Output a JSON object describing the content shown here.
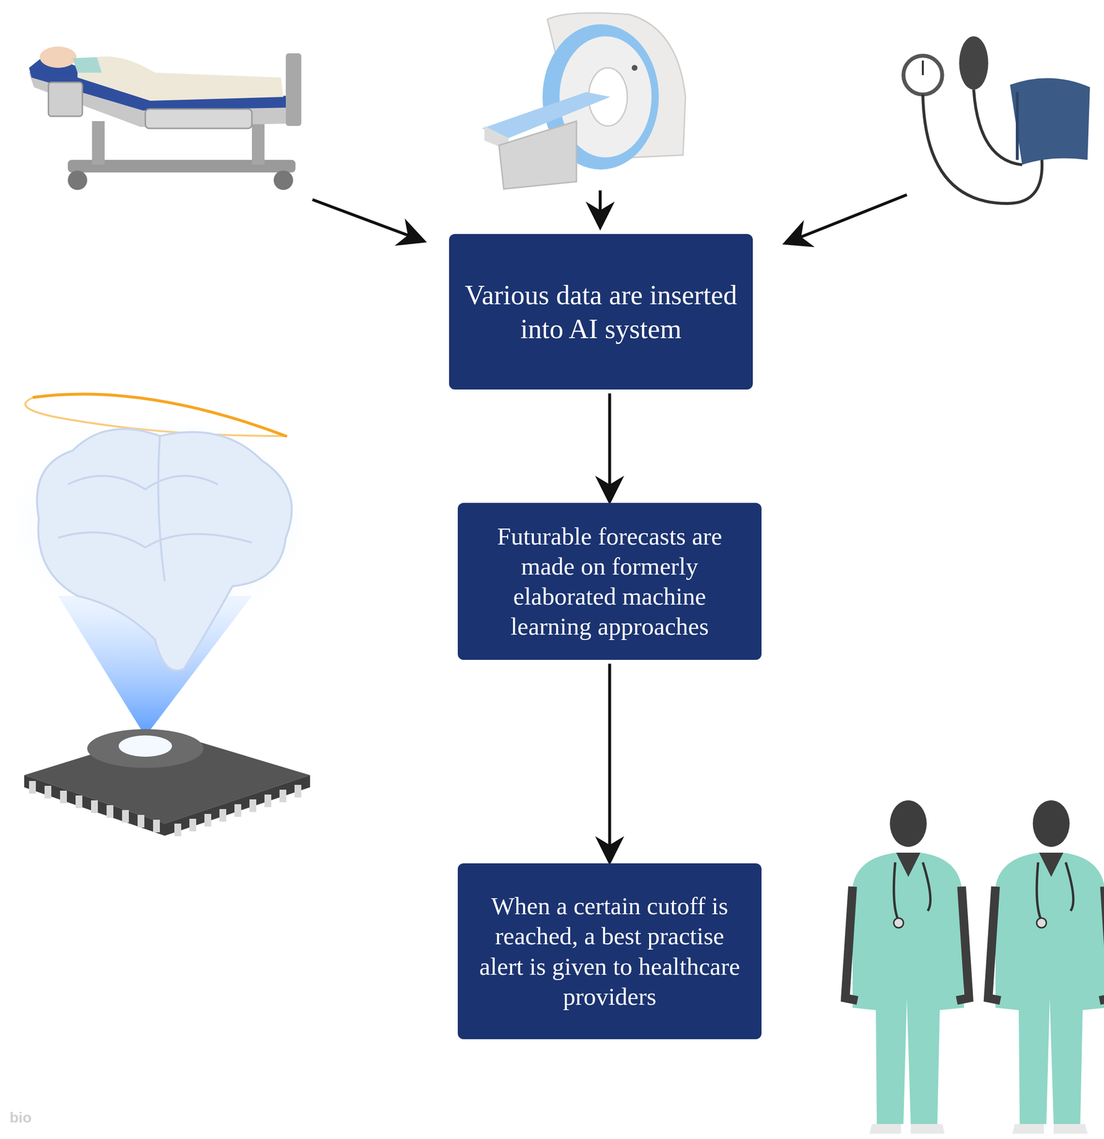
{
  "diagram": {
    "nodes": [
      {
        "text": [
          "Various data are inserted into AI system"
        ]
      },
      {
        "text": [
          "Futurable forecasts are made on formerly elaborated machine learning approaches"
        ]
      },
      {
        "text": [
          "When a certain cutoff is reached, a best practise alert is given to healthcare providers"
        ]
      }
    ],
    "edges": [
      {
        "from": 0,
        "to": 1,
        "arrow": "to"
      },
      {
        "from": 1,
        "to": 2,
        "arrow": "to"
      }
    ],
    "labels": [
      "bio"
    ]
  }
}
